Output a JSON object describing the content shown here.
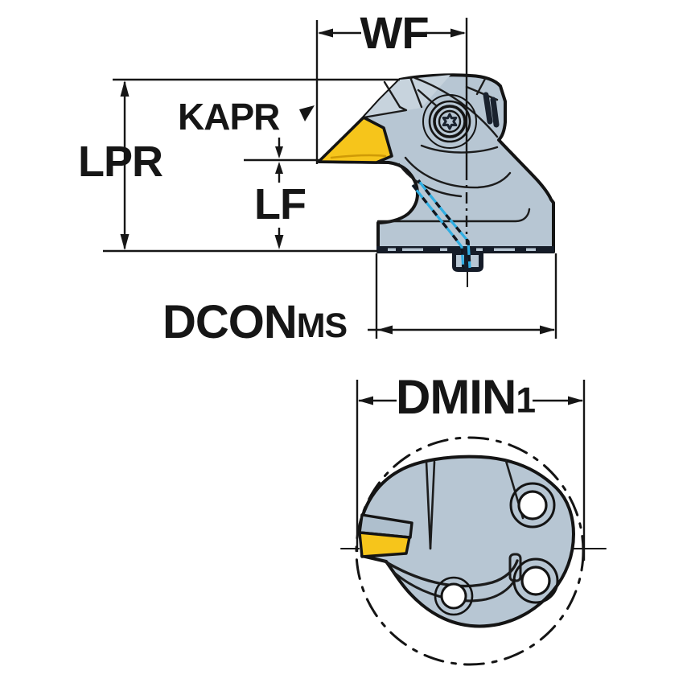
{
  "drawing": {
    "labels": {
      "wf": "WF",
      "kapr": "KAPR",
      "lpr": "LPR",
      "lf": "LF",
      "dcon_base": "DCON",
      "dcon_sub": "MS",
      "dmin_base": "DMIN",
      "dmin_sub": "1"
    },
    "colors": {
      "background": "#FFFFFF",
      "line": "#161616",
      "body": "#B7C6D3",
      "body_light": "#C7D3DD",
      "seat": "#AEBFCD",
      "insert": "#F6C51B",
      "insert_edge": "#CF9A06",
      "coolant": "#2FADE2",
      "dark": "#151C28"
    }
  }
}
